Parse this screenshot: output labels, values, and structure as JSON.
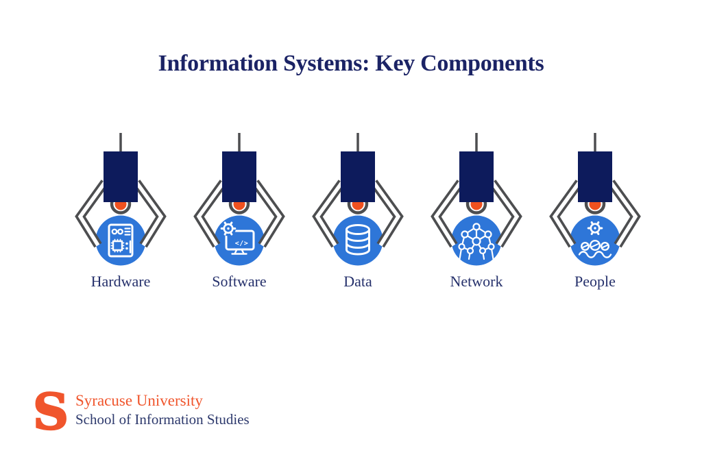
{
  "title": "Information Systems: Key Components",
  "components": [
    {
      "label": "Hardware",
      "icon": "motherboard-icon"
    },
    {
      "label": "Software",
      "icon": "software-monitor-icon"
    },
    {
      "label": "Data",
      "icon": "database-icon"
    },
    {
      "label": "Network",
      "icon": "network-nodes-icon"
    },
    {
      "label": "People",
      "icon": "people-gear-icon"
    }
  ],
  "logo": {
    "mark": "S",
    "line1": "Syracuse University",
    "line2": "School of Information Studies"
  },
  "colors": {
    "machine-navy": "#0d1b5c",
    "circle-blue": "#2e76d8",
    "ball-orange": "#f0511f",
    "claw-gray": "#4d4e50",
    "title-navy": "#1b2365",
    "label-navy": "#25306b",
    "logo-orange": "#f0552c",
    "logo-navy": "#2e3a6d"
  }
}
